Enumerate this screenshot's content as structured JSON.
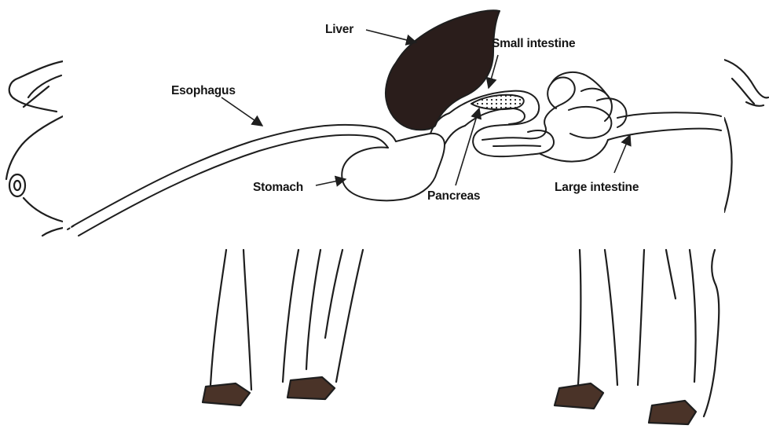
{
  "labels": {
    "liver": "Liver",
    "small_intestine": "Small intestine",
    "esophagus": "Esophagus",
    "stomach": "Stomach",
    "pancreas": "Pancreas",
    "large_intestine": "Large intestine"
  },
  "colors": {
    "line": "#1e1e1e",
    "liver_fill": "#2a1d1b",
    "hoof_fill": "#4a3328",
    "background": "#ffffff"
  },
  "icons": [
    "pig-head-outline",
    "pig-legs-outline",
    "pig-tail-outline"
  ]
}
